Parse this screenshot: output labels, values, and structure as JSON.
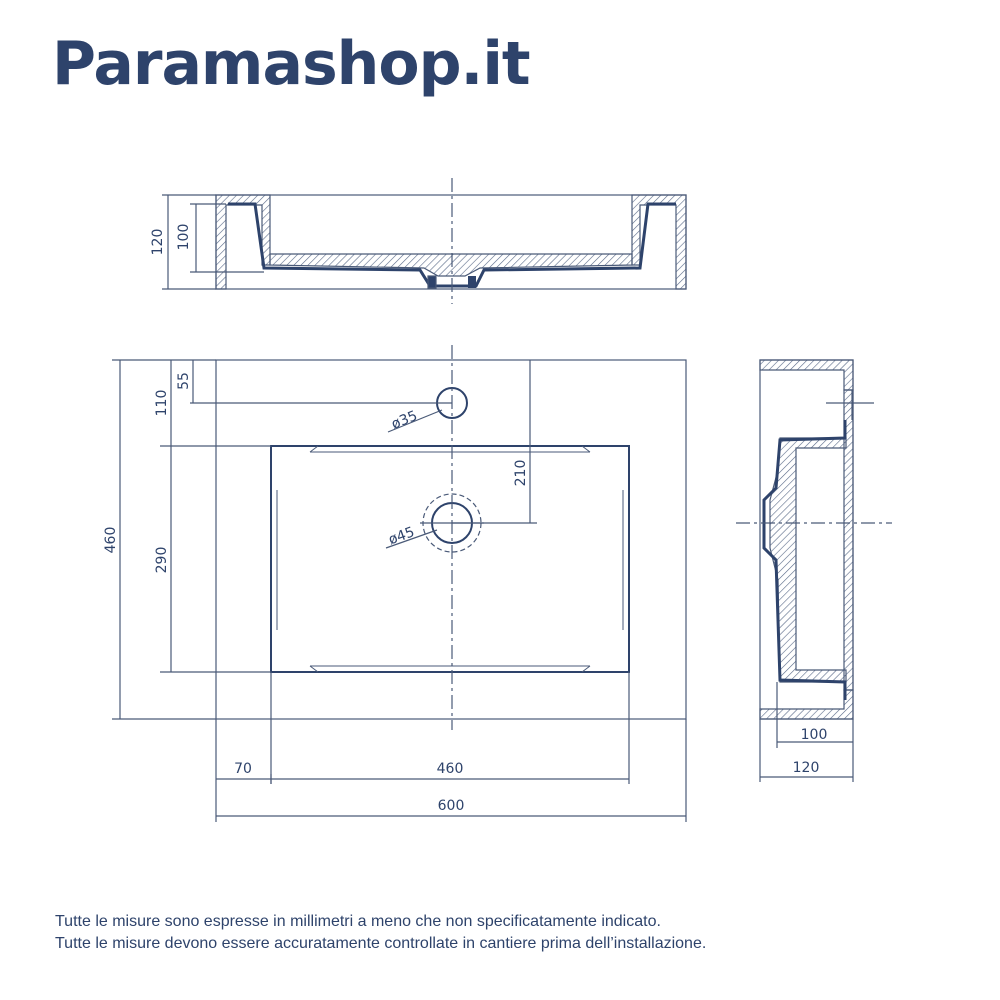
{
  "brand": {
    "name": "Paramashop.it"
  },
  "drawing": {
    "top_view": {
      "dim_outer_height": "120",
      "dim_inner_height": "100"
    },
    "plan_view": {
      "dim_total_depth": "460",
      "dim_tap_hole_offset": "55",
      "dim_basin_offset": "110",
      "dim_basin_depth": "290",
      "dim_drain_offset": "210",
      "tap_hole_diameter": "ø35",
      "drain_diameter": "ø45",
      "dim_left_margin": "70",
      "dim_basin_width": "460",
      "dim_total_width": "600"
    },
    "side_view": {
      "dim_inner_height": "100",
      "dim_outer_height": "120"
    }
  },
  "notes": {
    "line1": "Tutte le misure sono espresse in millimetri a meno che non specificatamente indicato.",
    "line2": "Tutte le misure devono essere accuratamente controllate in cantiere prima dell’installazione."
  },
  "colors": {
    "ink": "#2e436b",
    "line": "#4a5a78"
  }
}
